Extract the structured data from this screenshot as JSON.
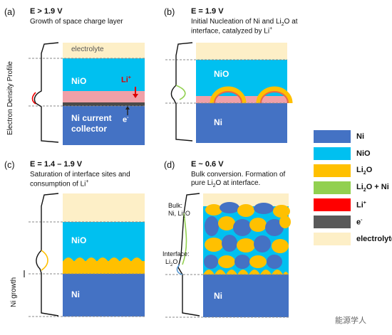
{
  "panels": {
    "a": {
      "label": "(a)",
      "energy": "E > 1.9 V",
      "caption": [
        "Growth of space charge layer"
      ],
      "layers": {
        "electrolyte": "electrolyte",
        "nio": "NiO",
        "li": "Li",
        "e": "e",
        "ni": [
          "Ni current",
          "collector"
        ]
      }
    },
    "b": {
      "label": "(b)",
      "energy": "E = 1.9 V",
      "caption": [
        "Initial Nucleation of Ni and Li",
        "interface, catalyzed by Li"
      ],
      "caption_parts": {
        "mid": "O at",
        "sub2": "2",
        "sup": "+"
      },
      "layers": {
        "nio": "NiO",
        "ni": "Ni"
      }
    },
    "c": {
      "label": "(c)",
      "energy": "E = 1.4 – 1.9 V",
      "caption": [
        "Saturation of interface sites and",
        "consumption of Li"
      ],
      "caption_sup": "+",
      "layers": {
        "nio": "NiO",
        "ni": "Ni"
      },
      "side_label": "Ni growth"
    },
    "d": {
      "label": "(d)",
      "energy": "E ~ 0.6 V",
      "caption": [
        "Bulk conversion. Formation of",
        "pure Li"
      ],
      "caption_parts": {
        "sub": "2",
        "tail": "O at interface."
      },
      "layers": {
        "ni": "Ni"
      },
      "annotations": {
        "bulk": "Bulk:",
        "bulk2": "Ni, Li",
        "bulk2_sub": "2",
        "bulk2_tail": "O",
        "iface": "Interface:",
        "iface2": "Li",
        "iface2_sub": "2",
        "iface2_tail": "O"
      }
    }
  },
  "y_axis_label": "Electron Density Profile",
  "legend": [
    {
      "label": "Ni",
      "color": "#4472C4"
    },
    {
      "label": "NiO",
      "color": "#00C0F0"
    },
    {
      "label": "Li",
      "sub": "2",
      "tail": "O",
      "color": "#FFC000"
    },
    {
      "label": "Li",
      "sub": "2",
      "tail": "O + Ni",
      "color": "#92D050"
    },
    {
      "label": "Li",
      "sup": "+",
      "color": "#FF0000"
    },
    {
      "label": "e",
      "sup": "-",
      "color": "#595959"
    },
    {
      "label": "electrolyte",
      "color": "#FDEFC7"
    }
  ],
  "plus": "+",
  "minus": "-",
  "watermark": "能源学人"
}
